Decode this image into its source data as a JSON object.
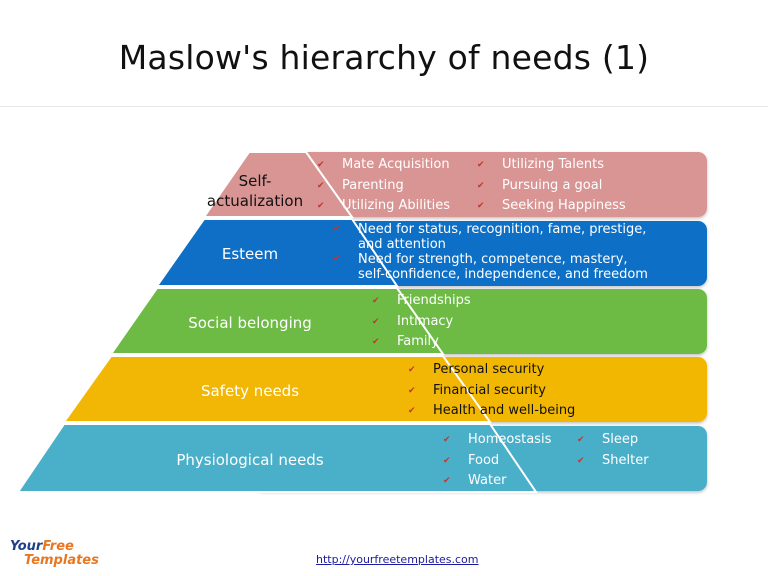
{
  "title": "Maslow's hierarchy of needs (1)",
  "colors": {
    "self_actualization": "#d99594",
    "esteem": "#0f6fc6",
    "social": "#6dbb45",
    "safety": "#f2b705",
    "physiological": "#4aafc9",
    "check": "#c0392b"
  },
  "levels": [
    {
      "label": "Self-\nactualization",
      "items_left": [
        "Mate Acquisition",
        "Parenting",
        "Utilizing Abilities"
      ],
      "items_right": [
        "Utilizing Talents",
        "Pursuing a goal",
        "Seeking Happiness"
      ]
    },
    {
      "label": "Esteem",
      "items": [
        "Need for status, recognition, fame, prestige, and attention",
        "Need for strength, competence, mastery, self-confidence, independence, and freedom"
      ]
    },
    {
      "label": "Social belonging",
      "items": [
        "Friendships",
        "Intimacy",
        "Family"
      ]
    },
    {
      "label": "Safety needs",
      "items": [
        "Personal security",
        "Financial security",
        "Health and well-being"
      ]
    },
    {
      "label": "Physiological needs",
      "items_left": [
        "Homeostasis",
        "Food",
        "Water"
      ],
      "items_right": [
        "Sleep",
        "Shelter"
      ]
    }
  ],
  "check_icon": "checkmark-icon",
  "logo": {
    "line1a": "Your",
    "line1b": "Free",
    "line2": "Templates"
  },
  "url": "http://yourfreetemplates.com"
}
